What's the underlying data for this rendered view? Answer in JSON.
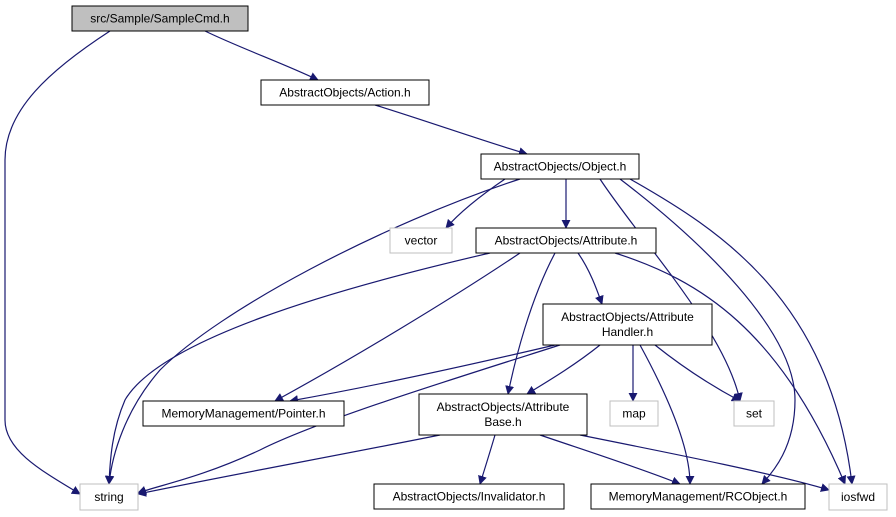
{
  "colors": {
    "edge": "#191970",
    "root_fill": "#bfbfbf",
    "node_border": "#000000",
    "external_border": "#bfbfbf",
    "node_fill": "#ffffff"
  },
  "nodes": {
    "samplecmd": {
      "lines": [
        "src/Sample/SampleCmd.h"
      ],
      "kind": "root"
    },
    "action": {
      "lines": [
        "AbstractObjects/Action.h"
      ],
      "kind": "internal"
    },
    "object": {
      "lines": [
        "AbstractObjects/Object.h"
      ],
      "kind": "internal"
    },
    "vector": {
      "lines": [
        "vector"
      ],
      "kind": "external"
    },
    "attribute": {
      "lines": [
        "AbstractObjects/Attribute.h"
      ],
      "kind": "internal"
    },
    "attrhandler": {
      "lines": [
        "AbstractObjects/Attribute",
        "Handler.h"
      ],
      "kind": "internal"
    },
    "pointer": {
      "lines": [
        "MemoryManagement/Pointer.h"
      ],
      "kind": "internal"
    },
    "attrbase": {
      "lines": [
        "AbstractObjects/Attribute",
        "Base.h"
      ],
      "kind": "internal"
    },
    "map": {
      "lines": [
        "map"
      ],
      "kind": "external"
    },
    "set": {
      "lines": [
        "set"
      ],
      "kind": "external"
    },
    "string": {
      "lines": [
        "string"
      ],
      "kind": "external"
    },
    "invalidator": {
      "lines": [
        "AbstractObjects/Invalidator.h"
      ],
      "kind": "internal"
    },
    "rcobject": {
      "lines": [
        "MemoryManagement/RCObject.h"
      ],
      "kind": "internal"
    },
    "iosfwd": {
      "lines": [
        "iosfwd"
      ],
      "kind": "external"
    }
  },
  "edges": [
    {
      "from": "samplecmd",
      "to": "action"
    },
    {
      "from": "samplecmd",
      "to": "string"
    },
    {
      "from": "action",
      "to": "object"
    },
    {
      "from": "object",
      "to": "vector"
    },
    {
      "from": "object",
      "to": "attribute"
    },
    {
      "from": "object",
      "to": "string"
    },
    {
      "from": "object",
      "to": "set"
    },
    {
      "from": "object",
      "to": "rcobject"
    },
    {
      "from": "object",
      "to": "iosfwd"
    },
    {
      "from": "attribute",
      "to": "attrhandler"
    },
    {
      "from": "attribute",
      "to": "attrbase"
    },
    {
      "from": "attribute",
      "to": "pointer"
    },
    {
      "from": "attribute",
      "to": "string"
    },
    {
      "from": "attribute",
      "to": "iosfwd"
    },
    {
      "from": "attrhandler",
      "to": "pointer"
    },
    {
      "from": "attrhandler",
      "to": "attrbase"
    },
    {
      "from": "attrhandler",
      "to": "map"
    },
    {
      "from": "attrhandler",
      "to": "set"
    },
    {
      "from": "attrhandler",
      "to": "rcobject"
    },
    {
      "from": "attrhandler",
      "to": "string"
    },
    {
      "from": "attrbase",
      "to": "invalidator"
    },
    {
      "from": "attrbase",
      "to": "rcobject"
    },
    {
      "from": "attrbase",
      "to": "string"
    },
    {
      "from": "attrbase",
      "to": "iosfwd"
    }
  ]
}
